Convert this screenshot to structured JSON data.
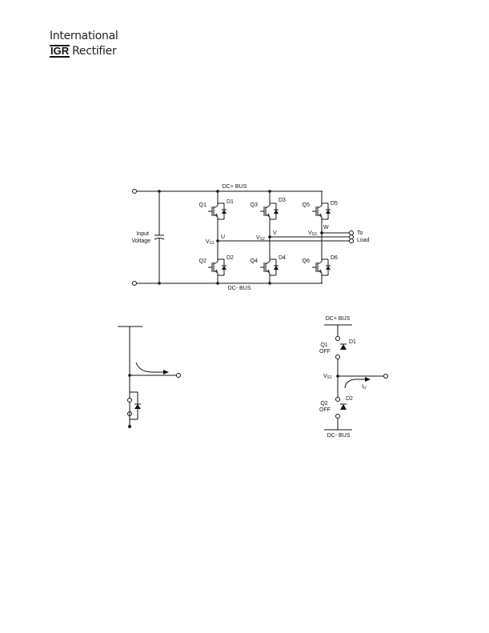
{
  "logo": {
    "line1": "International",
    "line2_mark": "IGR",
    "line2_text": "Rectifier"
  },
  "inverter": {
    "dc_plus": "DC+ BUS",
    "dc_minus": "DC- BUS",
    "input_label_1": "Input",
    "input_label_2": "Voltage",
    "switches": [
      "Q1",
      "Q2",
      "Q3",
      "Q4",
      "Q5",
      "Q6"
    ],
    "diodes": [
      "D1",
      "D2",
      "D3",
      "D4",
      "D5",
      "D6"
    ],
    "phase_u": "U",
    "phase_v": "V",
    "phase_w": "W",
    "vs1": "V",
    "vs1_sub": "S1",
    "vs2": "V",
    "vs2_sub": "S2",
    "vs3": "V",
    "vs3_sub": "S3",
    "load_1": "To",
    "load_2": "Load"
  },
  "half_bridge": {
    "dc_plus": "DC+ BUS",
    "dc_minus": "DC- BUS",
    "q1": "Q1",
    "q1_state": "OFF",
    "q2": "Q2",
    "q2_state": "OFF",
    "d1": "D1",
    "d2": "D2",
    "vs": "V",
    "vs_sub": "S1",
    "current": "I",
    "current_sub": "U"
  }
}
